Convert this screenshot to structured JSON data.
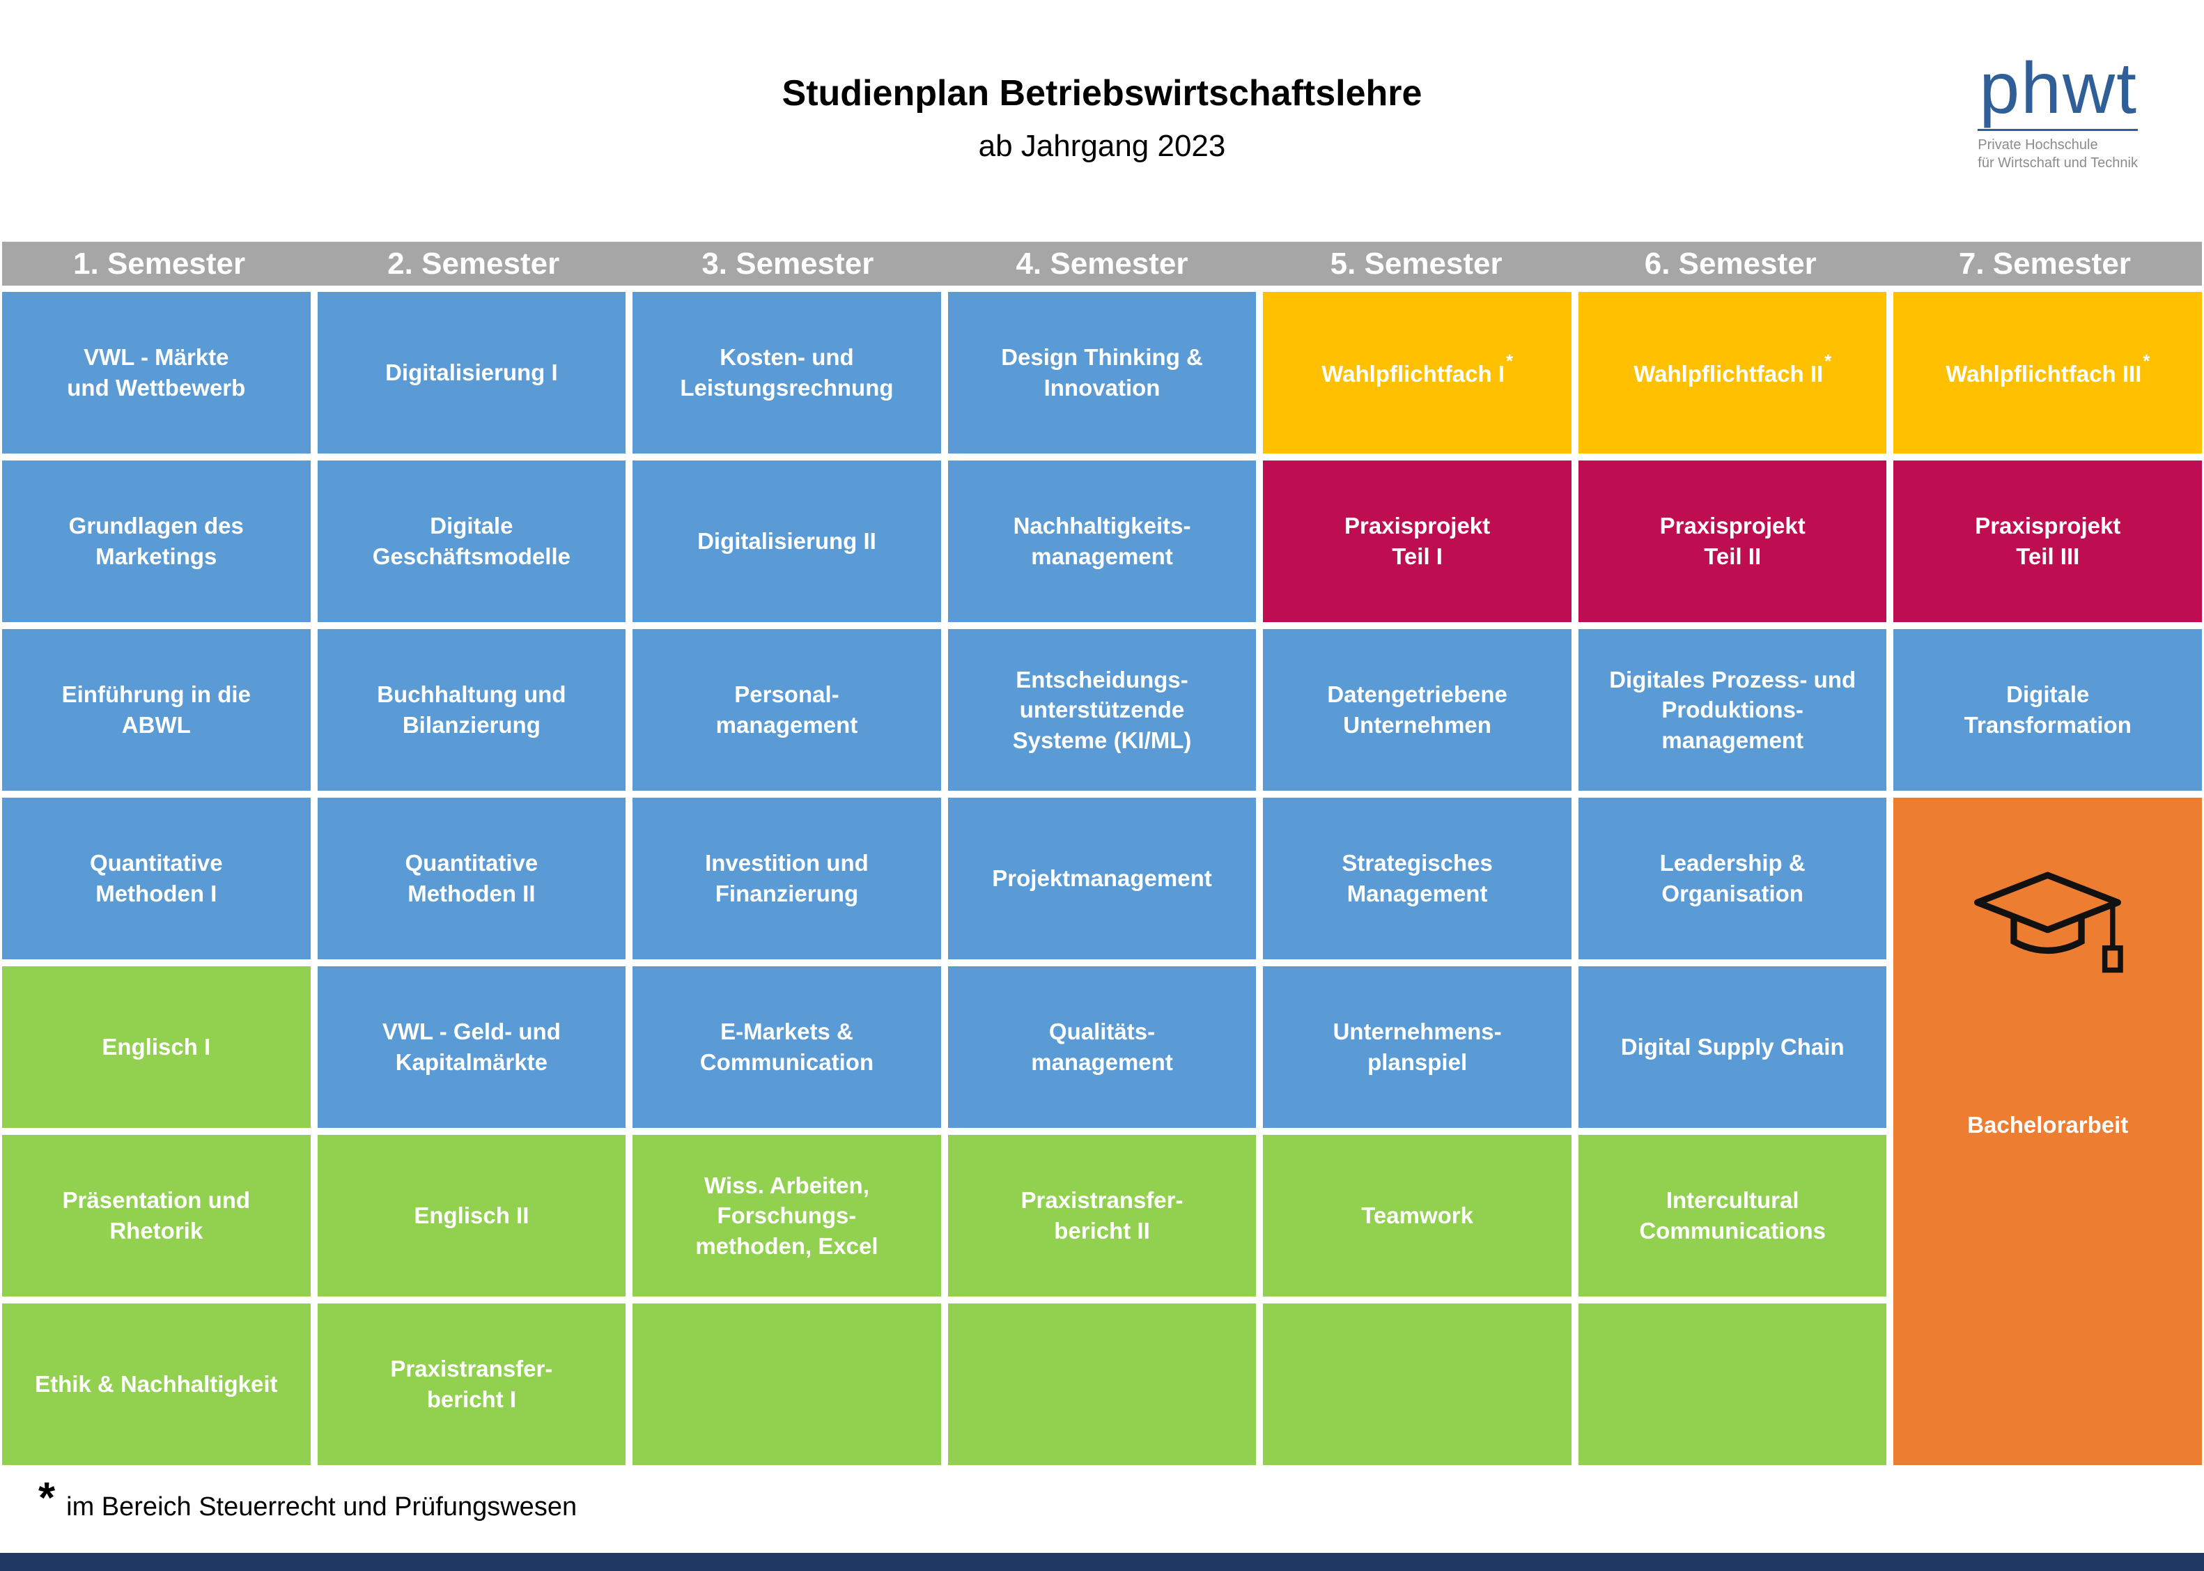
{
  "header": {
    "title": "Studienplan Betriebswirtschaftslehre",
    "subtitle": "ab Jahrgang 2023"
  },
  "logo": {
    "wordmark": "phwt",
    "subline1": "Private Hochschule",
    "subline2": "für Wirtschaft und Technik"
  },
  "colors": {
    "blue": "#5B9BD5",
    "green": "#92D050",
    "yellow": "#FFC000",
    "crimson": "#BF0D51",
    "orange": "#ED7D31",
    "headerGray": "#A6A6A6",
    "navy": "#1F3864",
    "logoBlue": "#2F5F96",
    "logoGray": "#8C8C8C"
  },
  "semesters": [
    {
      "label": "1. Semester",
      "courses": [
        {
          "label": "VWL - Märkte\nund Wettbewerb",
          "color": "blue"
        },
        {
          "label": "Grundlagen des\nMarketings",
          "color": "blue"
        },
        {
          "label": "Einführung in die\nABWL",
          "color": "blue"
        },
        {
          "label": "Quantitative\nMethoden I",
          "color": "blue"
        },
        {
          "label": "Englisch I",
          "color": "green"
        },
        {
          "label": "Präsentation und\nRhetorik",
          "color": "green"
        },
        {
          "label": "Ethik & Nachhaltigkeit",
          "color": "green"
        }
      ]
    },
    {
      "label": "2. Semester",
      "courses": [
        {
          "label": "Digitalisierung I",
          "color": "blue"
        },
        {
          "label": "Digitale\nGeschäftsmodelle",
          "color": "blue"
        },
        {
          "label": "Buchhaltung und\nBilanzierung",
          "color": "blue"
        },
        {
          "label": "Quantitative\nMethoden II",
          "color": "blue"
        },
        {
          "label": "VWL - Geld- und\nKapitalmärkte",
          "color": "blue"
        },
        {
          "label": "Englisch II",
          "color": "green"
        },
        {
          "label": "Praxistransfer-\nbericht I",
          "color": "green"
        }
      ]
    },
    {
      "label": "3. Semester",
      "courses": [
        {
          "label": "Kosten- und\nLeistungsrechnung",
          "color": "blue"
        },
        {
          "label": "Digitalisierung II",
          "color": "blue"
        },
        {
          "label": "Personal-\nmanagement",
          "color": "blue"
        },
        {
          "label": "Investition und\nFinanzierung",
          "color": "blue"
        },
        {
          "label": "E-Markets &\nCommunication",
          "color": "blue"
        },
        {
          "label": "Wiss. Arbeiten,\nForschungs-\nmethoden, Excel",
          "color": "green"
        },
        {
          "label": "",
          "color": "green"
        }
      ]
    },
    {
      "label": "4. Semester",
      "courses": [
        {
          "label": "Design Thinking &\nInnovation",
          "color": "blue"
        },
        {
          "label": "Nachhaltigkeits-\nmanagement",
          "color": "blue"
        },
        {
          "label": "Entscheidungs-\nunterstützende\nSysteme (KI/ML)",
          "color": "blue"
        },
        {
          "label": "Projektmanagement",
          "color": "blue"
        },
        {
          "label": "Qualitäts-\nmanagement",
          "color": "blue"
        },
        {
          "label": "Praxistransfer-\nbericht II",
          "color": "green"
        },
        {
          "label": "",
          "color": "green"
        }
      ]
    },
    {
      "label": "5. Semester",
      "courses": [
        {
          "label": "Wahlpflichtfach I",
          "marker": "*",
          "color": "yellow"
        },
        {
          "label": "Praxisprojekt\nTeil I",
          "color": "crimson"
        },
        {
          "label": "Datengetriebene\nUnternehmen",
          "color": "blue"
        },
        {
          "label": "Strategisches\nManagement",
          "color": "blue"
        },
        {
          "label": "Unternehmens-\nplanspiel",
          "color": "blue"
        },
        {
          "label": "Teamwork",
          "color": "green"
        },
        {
          "label": "",
          "color": "green"
        }
      ]
    },
    {
      "label": "6. Semester",
      "courses": [
        {
          "label": "Wahlpflichtfach II",
          "marker": "*",
          "color": "yellow"
        },
        {
          "label": "Praxisprojekt\nTeil II",
          "color": "crimson"
        },
        {
          "label": "Digitales Prozess- und\nProduktions-\nmanagement",
          "color": "blue"
        },
        {
          "label": "Leadership &\nOrganisation",
          "color": "blue"
        },
        {
          "label": "Digital Supply Chain",
          "color": "blue"
        },
        {
          "label": "Intercultural\nCommunications",
          "color": "green"
        },
        {
          "label": "",
          "color": "green"
        }
      ]
    },
    {
      "label": "7. Semester",
      "courses": [
        {
          "label": "Wahlpflichtfach III",
          "marker": "*",
          "color": "yellow"
        },
        {
          "label": "Praxisprojekt\nTeil III",
          "color": "crimson"
        },
        {
          "label": "Digitale\nTransformation",
          "color": "blue"
        },
        {
          "label": "Bachelorarbeit",
          "color": "orange",
          "icon": "graduation-cap-icon",
          "rowspan": 4
        }
      ]
    }
  ],
  "footnote": {
    "marker": "*",
    "text": "im Bereich Steuerrecht und Prüfungswesen"
  }
}
